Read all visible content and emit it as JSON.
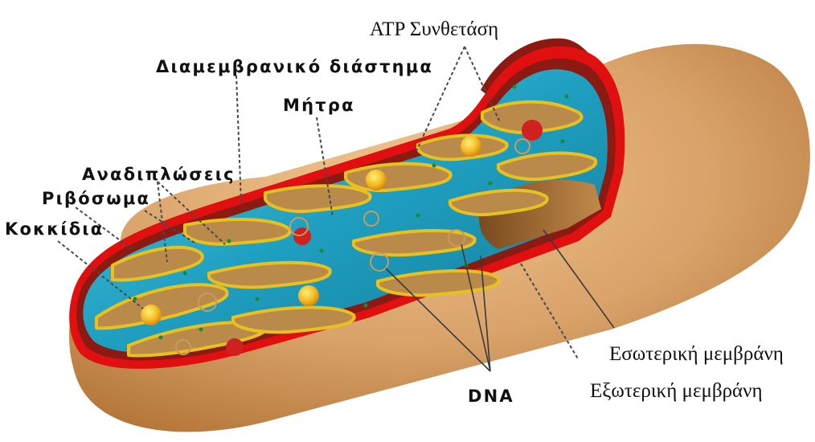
{
  "diagram": {
    "labels": {
      "atp_synthase": "ATP Συνθετάση",
      "intermembrane_space": "Διαμεμβρανικό διάστημα",
      "matrix": "Μήτρα",
      "cristae": "Αναδιπλώσεις",
      "ribosomes": "Ριβόσωμα",
      "granules": "Κοκκίδια",
      "inner_membrane": "Εσωτερική μεμβράνη",
      "dna": "DNA",
      "outer_membrane": "Εξωτερική μεμβράνη"
    },
    "colors": {
      "outer_shell": "#d9a36a",
      "outer_shell_dark": "#b97a3e",
      "outer_membrane": "#e01010",
      "intermembrane": "#8a1a12",
      "matrix": "#1f9fc0",
      "matrix_light": "#4fc3dc",
      "cristae": "#e8c020",
      "cristae_wall": "#a0703a",
      "granule": "#f2c02a",
      "granule_red": "#d02020"
    }
  }
}
